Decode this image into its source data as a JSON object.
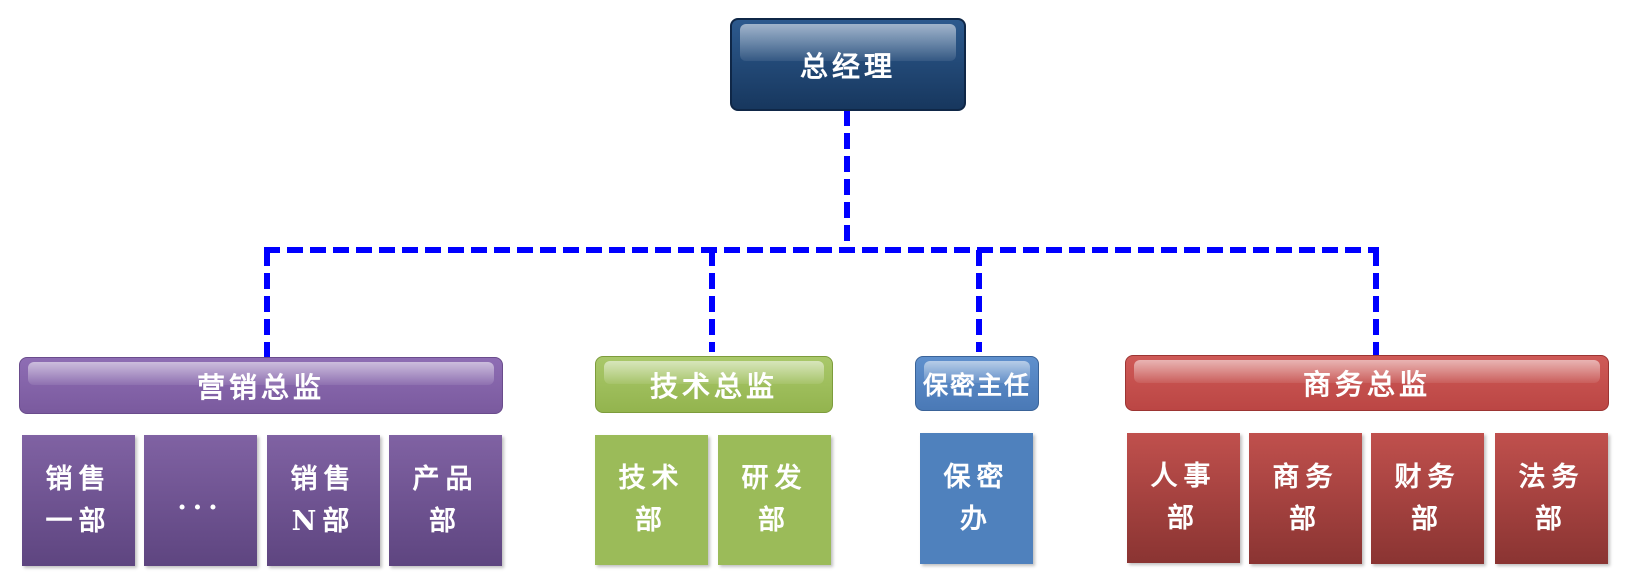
{
  "root": {
    "label": "总经理",
    "color": "#1f497d"
  },
  "departments": [
    {
      "id": "marketing",
      "label": "营销总监",
      "color": "#8064a2",
      "units": [
        "销售\n一部",
        "...",
        "销售\nN部",
        "产品\n部"
      ]
    },
    {
      "id": "tech",
      "label": "技术总监",
      "color": "#9bbb59",
      "units": [
        "技术\n部",
        "研发\n部"
      ]
    },
    {
      "id": "security",
      "label": "保密主任",
      "color": "#4f81bd",
      "units": [
        "保密\n办"
      ]
    },
    {
      "id": "business",
      "label": "商务总监",
      "color": "#c0504d",
      "units": [
        "人事\n部",
        "商务\n部",
        "财务\n部",
        "法务\n部"
      ]
    }
  ],
  "connector_color": "#0000ff"
}
